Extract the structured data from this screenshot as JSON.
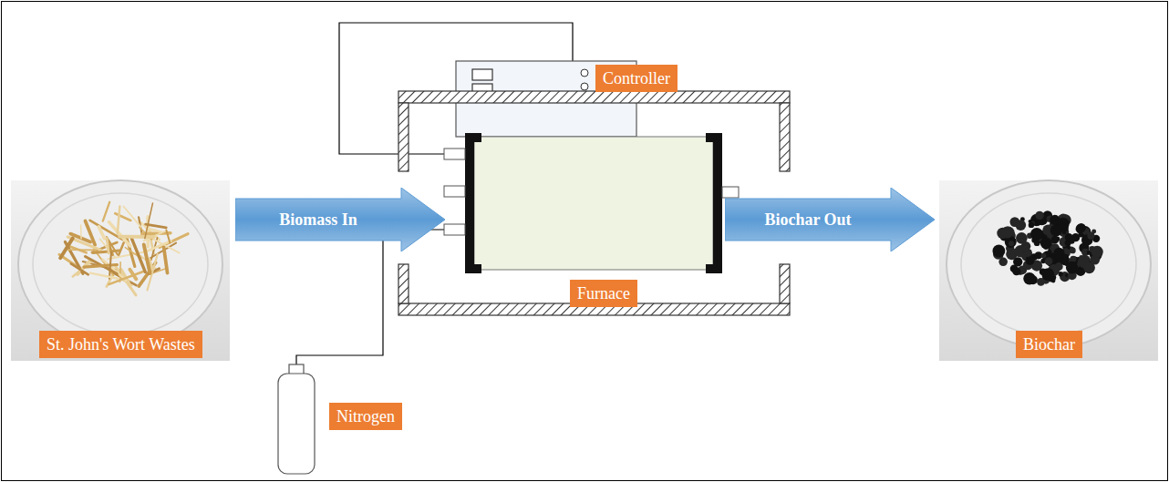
{
  "diagram": {
    "nodes": [
      {
        "text": [
          "St. John's Wort Wastes"
        ]
      },
      {
        "text": [
          "Biomass In"
        ]
      },
      {
        "text": [
          "Controller"
        ]
      },
      {
        "text": [
          "Furnace"
        ]
      },
      {
        "text": [
          "Biochar Out"
        ]
      },
      {
        "text": [
          "Biochar"
        ]
      },
      {
        "text": [
          "Nitrogen"
        ]
      }
    ]
  }
}
